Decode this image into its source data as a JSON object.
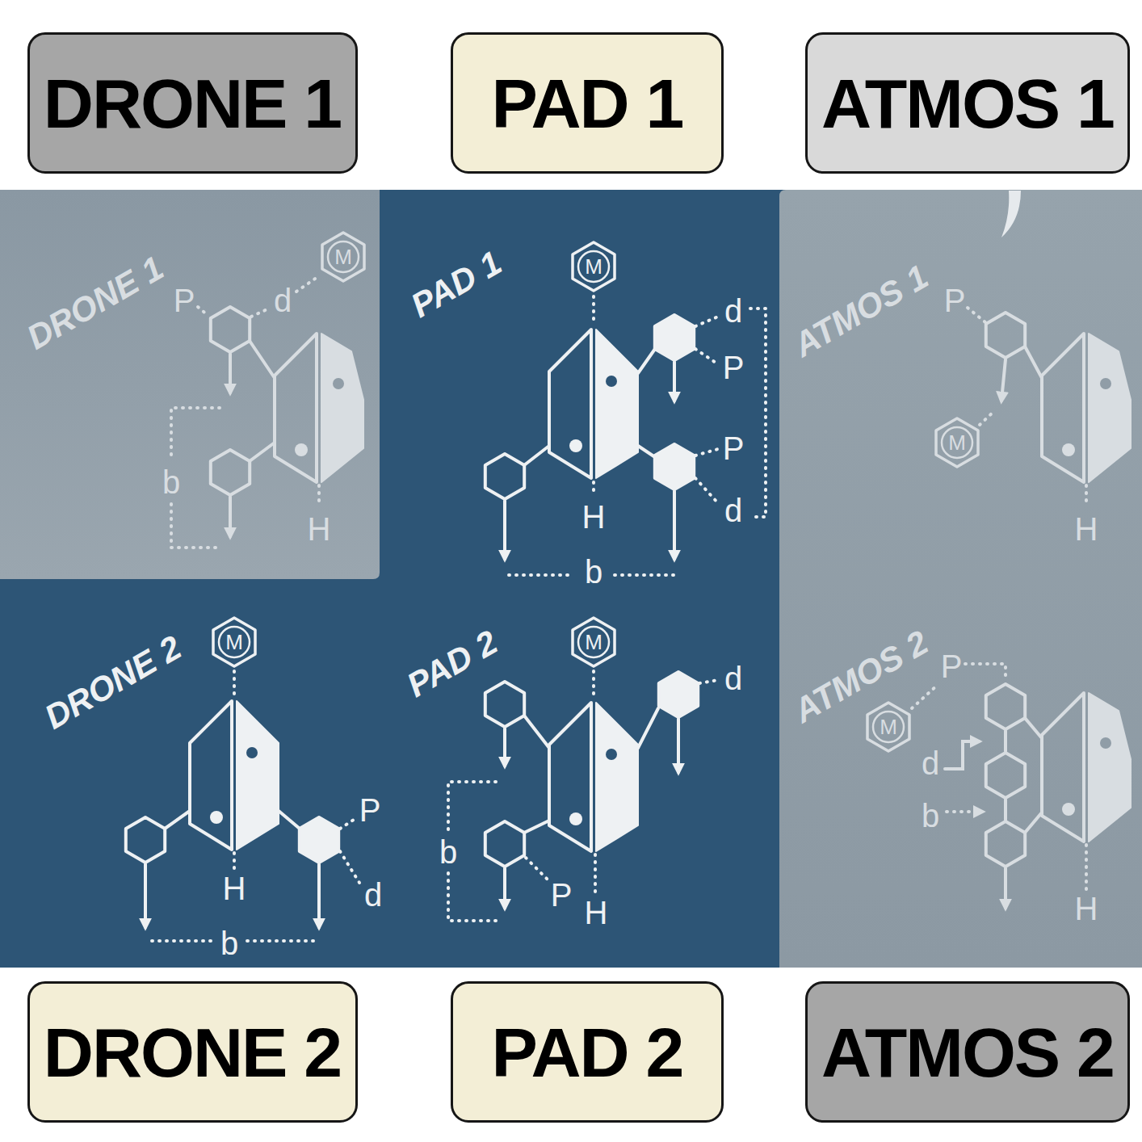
{
  "diagram": {
    "nodes": [
      {
        "text": [
          "DRONE 1"
        ]
      },
      {
        "text": [
          "PAD 1"
        ]
      },
      {
        "text": [
          "ATMOS 1"
        ]
      },
      {
        "text": [
          "M"
        ]
      },
      {
        "text": [
          "M"
        ]
      },
      {
        "text": [
          "M"
        ]
      },
      {
        "text": [
          "M"
        ]
      },
      {
        "text": [
          "M"
        ]
      },
      {
        "text": [
          "M"
        ]
      },
      {
        "text": [
          "DRONE 2"
        ]
      },
      {
        "text": [
          "PAD 2"
        ]
      },
      {
        "text": [
          "ATMOS 2"
        ]
      }
    ],
    "labels": [
      "DRONE 1",
      "P",
      "d",
      "b",
      "H",
      "PAD 1",
      "d",
      "P",
      "P",
      "d",
      "H",
      "b",
      "ATMOS 1",
      "P",
      "H",
      "DRONE 2",
      "P",
      "d",
      "H",
      "b",
      "PAD 2",
      "d",
      "b",
      "P",
      "H",
      "ATMOS 2",
      "P",
      "d",
      "b",
      "H"
    ]
  }
}
